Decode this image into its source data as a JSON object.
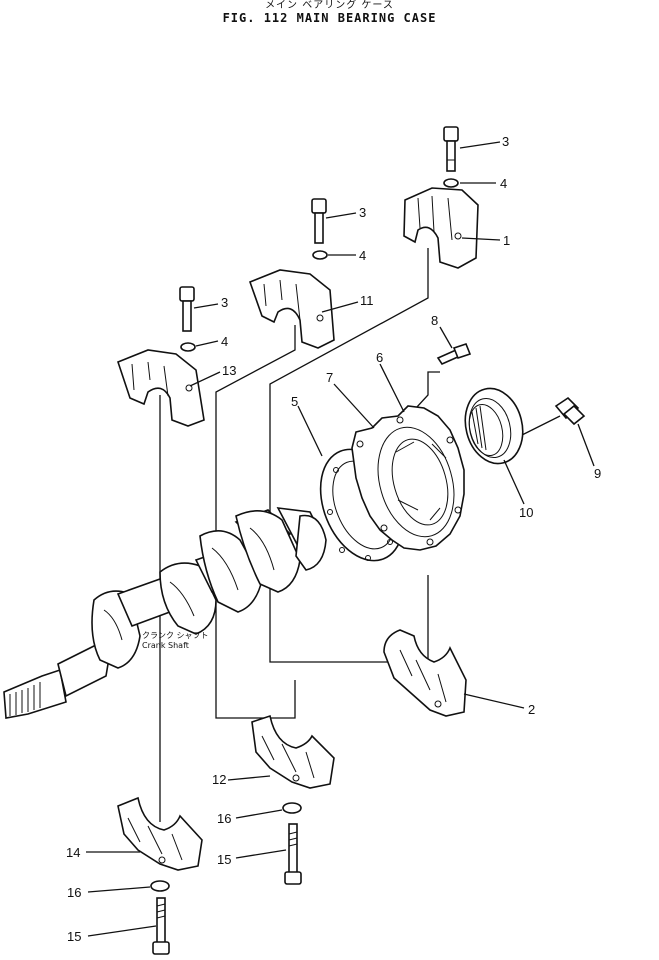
{
  "title_jp": "メイン ベアリング ケース",
  "title": "FIG. 112  MAIN BEARING CASE",
  "crank_label_jp": "クランク シャフト",
  "crank_label_en": "Crank Shaft",
  "callouts": {
    "n1": "1",
    "n2": "2",
    "n3a": "3",
    "n3b": "3",
    "n3c": "3",
    "n4a": "4",
    "n4b": "4",
    "n4c": "4",
    "n5": "5",
    "n6": "6",
    "n7": "7",
    "n8": "8",
    "n9": "9",
    "n10": "10",
    "n11": "11",
    "n12": "12",
    "n13": "13",
    "n14": "14",
    "n15a": "15",
    "n15b": "15",
    "n16a": "16",
    "n16b": "16"
  }
}
